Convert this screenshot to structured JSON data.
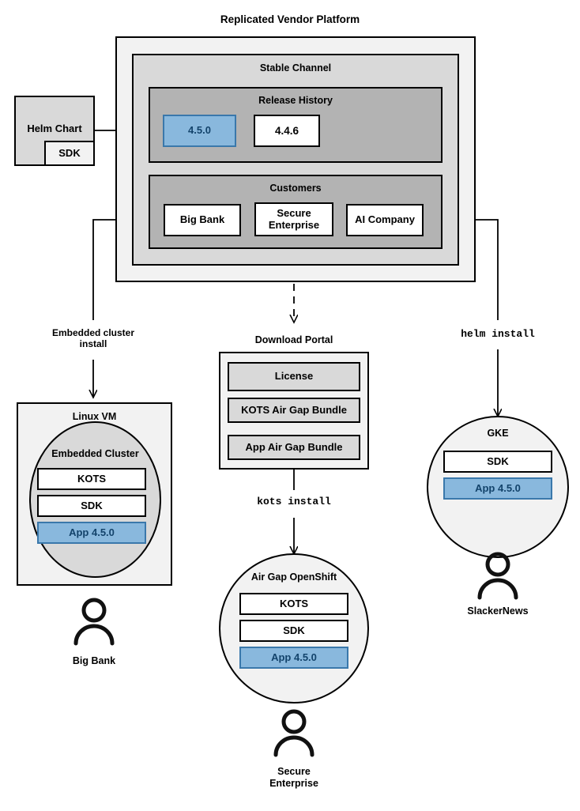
{
  "diagram": {
    "title": "Replicated Vendor Platform",
    "type": "architecture-flow"
  },
  "vendor_platform": {
    "title": "Replicated Vendor Platform",
    "channel": {
      "label": "Stable Channel",
      "release_history": {
        "label": "Release History",
        "releases": [
          {
            "version": "4.5.0",
            "highlighted": true
          },
          {
            "version": "4.4.6",
            "highlighted": false
          }
        ]
      },
      "customers": {
        "label": "Customers",
        "items": [
          {
            "name": "Big Bank"
          },
          {
            "name": "Secure\nEnterprise"
          },
          {
            "name": "AI Company"
          }
        ]
      }
    }
  },
  "helm_chart": {
    "label": "Helm Chart",
    "sdk_label": "SDK"
  },
  "edges": {
    "embedded_cluster_install": "Embedded cluster\ninstall",
    "kots_install": "kots install",
    "helm_install": "helm install"
  },
  "targets": {
    "linux_vm": {
      "label": "Linux VM",
      "cluster_label": "Embedded Cluster",
      "components": [
        {
          "label": "KOTS",
          "highlighted": false
        },
        {
          "label": "SDK",
          "highlighted": false
        },
        {
          "label": "App 4.5.0",
          "highlighted": true
        }
      ],
      "actor": "Big Bank"
    },
    "download_portal": {
      "label": "Download Portal",
      "artifacts": [
        {
          "label": "License"
        },
        {
          "label": "KOTS Air Gap Bundle"
        },
        {
          "label": "App Air Gap Bundle"
        }
      ]
    },
    "air_gap_openshift": {
      "label": "Air Gap OpenShift",
      "components": [
        {
          "label": "KOTS",
          "highlighted": false
        },
        {
          "label": "SDK",
          "highlighted": false
        },
        {
          "label": "App 4.5.0",
          "highlighted": true
        }
      ],
      "actor": "Secure\nEnterprise"
    },
    "gke": {
      "label": "GKE",
      "components": [
        {
          "label": "SDK",
          "highlighted": false
        },
        {
          "label": "App 4.5.0",
          "highlighted": true
        }
      ],
      "actor": "SlackerNews"
    }
  },
  "colors": {
    "accent_blue_fill": "#89b8dd",
    "accent_blue_border": "#3a78ab",
    "accent_blue_text": "#13436b",
    "stroke": "#000000",
    "fill_light": "#f2f2f2",
    "fill_mid": "#d9d9d9",
    "fill_dark": "#b3b3b3",
    "fill_white": "#ffffff"
  }
}
